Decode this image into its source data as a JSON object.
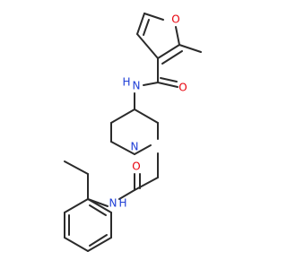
{
  "molecule": {
    "atom_labels": {
      "furan_o": "O",
      "carbonyl_o_top": "O",
      "amide_nh_top": "H",
      "amide_n_top": "N",
      "piperidine_n": "N",
      "carbonyl_o_mid": "O",
      "amide_nh_bottom_n": "N",
      "amide_nh_bottom_h": "H"
    },
    "colors": {
      "bond": "#2b2b2b",
      "oxygen": "#e8000b",
      "nitrogen": "#1f3fd6",
      "background": "#ffffff"
    }
  }
}
